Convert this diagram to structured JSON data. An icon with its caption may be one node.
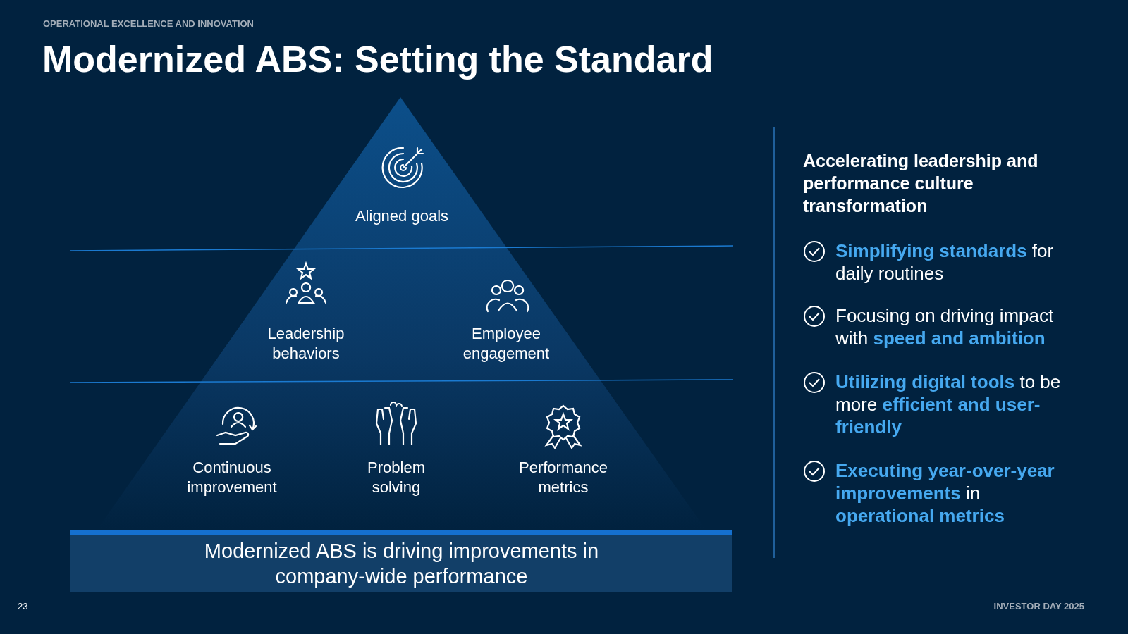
{
  "diagram": {
    "title": "Modernized ABS: Setting the Standard",
    "nodes": [
      {
        "text": [],
        "shape": "triangle"
      },
      {
        "text": [
          "Aligned goals"
        ],
        "in": 0
      },
      {
        "text": [
          "Leadership behaviors"
        ],
        "in": 0
      },
      {
        "text": [
          "Employee engagement"
        ],
        "in": 0
      },
      {
        "text": [
          "Continuous improvement"
        ],
        "in": 0
      },
      {
        "text": [
          "Problem solving"
        ],
        "in": 0
      },
      {
        "text": [
          "Performance metrics"
        ],
        "in": 0
      },
      {
        "text": [
          "Modernized ABS is driving improvements in company-wide performance"
        ]
      }
    ],
    "edges": [],
    "labels": [
      "OPERATIONAL EXCELLENCE AND INNOVATION",
      "Accelerating leadership and performance culture transformation",
      "**Simplifying standards** for daily routines",
      "Focusing on driving impact with **speed and ambition**",
      "**Utilizing digital tools** to be more **efficient and user-friendly**",
      "**Executing year-over-year improvements** in **operational metrics**",
      "23",
      "INVESTOR DAY 2025"
    ]
  }
}
